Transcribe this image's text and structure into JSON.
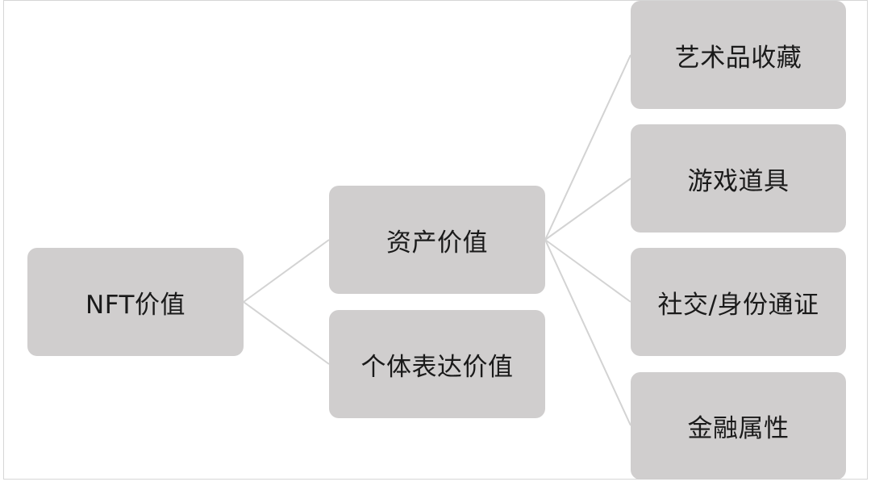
{
  "diagram": {
    "root": {
      "label": "NFT价值"
    },
    "level1": [
      {
        "label": "资产价值"
      },
      {
        "label": "个体表达价值"
      }
    ],
    "level2": [
      {
        "label": "艺术品收藏"
      },
      {
        "label": "游戏道具"
      },
      {
        "label": "社交/身份通证"
      },
      {
        "label": "金融属性"
      }
    ],
    "colors": {
      "node_fill": "#d0cece",
      "connector": "#d3d3d3",
      "text": "#1a1a1a",
      "frame_border": "#d6d6d6"
    }
  }
}
